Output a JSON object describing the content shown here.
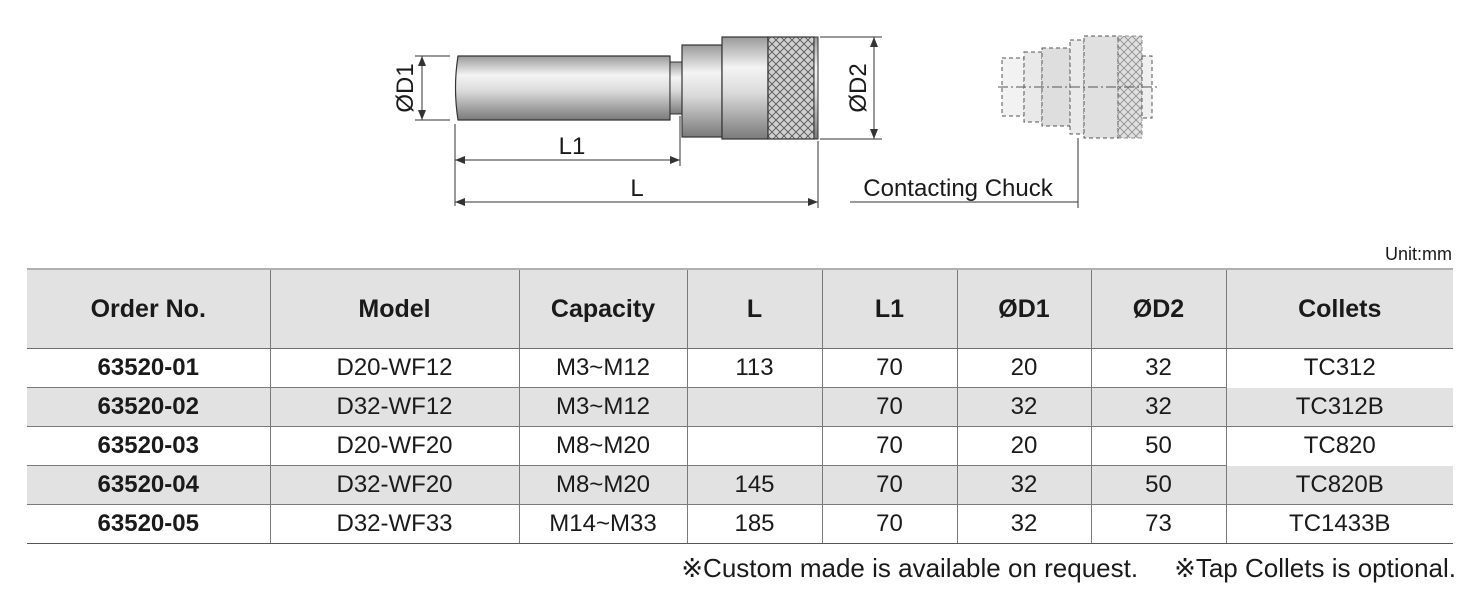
{
  "drawing": {
    "labels": {
      "d1": "ØD1",
      "d2": "ØD2",
      "l1": "L1",
      "l": "L",
      "contacting_chuck": "Contacting Chuck"
    }
  },
  "unit_label": "Unit:mm",
  "table": {
    "headers": {
      "order_no": "Order No.",
      "model": "Model",
      "capacity": "Capacity",
      "l": "L",
      "l1": "L1",
      "d1": "ØD1",
      "d2": "ØD2",
      "collets": "Collets"
    },
    "rows": [
      {
        "order_no": "63520-01",
        "model": "D20-WF12",
        "capacity": "M3~M12",
        "l": "113",
        "l1": "70",
        "d1": "20",
        "d2": "32",
        "collets": "TC312"
      },
      {
        "order_no": "63520-02",
        "model": "D32-WF12",
        "capacity": "M3~M12",
        "l": "",
        "l1": "70",
        "d1": "32",
        "d2": "32",
        "collets": "TC312B"
      },
      {
        "order_no": "63520-03",
        "model": "D20-WF20",
        "capacity": "M8~M20",
        "l": "",
        "l1": "70",
        "d1": "20",
        "d2": "50",
        "collets": "TC820"
      },
      {
        "order_no": "63520-04",
        "model": "D32-WF20",
        "capacity": "M8~M20",
        "l": "145",
        "l1": "70",
        "d1": "32",
        "d2": "50",
        "collets": "TC820B"
      },
      {
        "order_no": "63520-05",
        "model": "D32-WF33",
        "capacity": "M14~M33",
        "l": "185",
        "l1": "70",
        "d1": "32",
        "d2": "73",
        "collets": "TC1433B"
      }
    ]
  },
  "notes": {
    "custom": "※Custom made is available on request.",
    "tap_collets": "※Tap Collets is optional."
  },
  "colors": {
    "header_bg": "#e2e2e2",
    "shade_bg": "#e2e2e2",
    "line": "#7a7a7a"
  }
}
